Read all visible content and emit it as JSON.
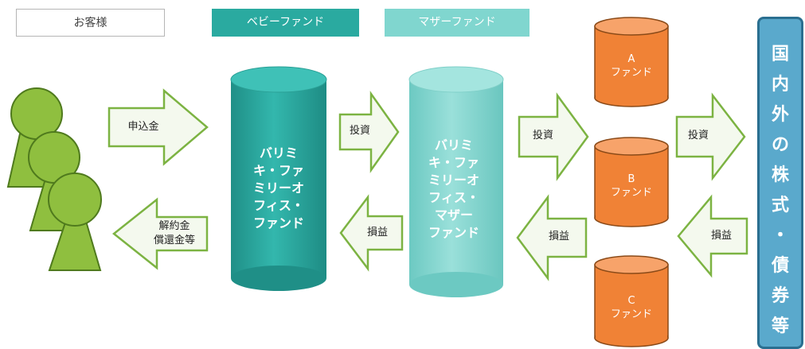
{
  "headers": {
    "customer": "お客様",
    "baby_fund": "ベビーファンド",
    "mother_fund": "マザーファンド"
  },
  "baby_cylinder": [
    "バリミ",
    "キ・ファ",
    "ミリーオ",
    "フィス・",
    "ファンド"
  ],
  "mother_cylinder": [
    "バリミ",
    "キ・ファ",
    "ミリーオ",
    "フィス・",
    "マザー",
    "ファンド"
  ],
  "funds": {
    "a": [
      "A",
      "ファンド"
    ],
    "b": [
      "B",
      "ファンド"
    ],
    "c": [
      "C",
      "ファンド"
    ]
  },
  "arrows": {
    "subscription": "申込金",
    "redemption": [
      "解約金",
      "償還金等"
    ],
    "invest_1": "投資",
    "profit_1": "損益",
    "invest_2": "投資",
    "profit_2": "損益",
    "invest_3": "投資",
    "profit_3": "損益"
  },
  "target": [
    "国",
    "内",
    "外",
    "の",
    "株",
    "式",
    "・",
    "債",
    "券",
    "等"
  ],
  "colors": {
    "baby": "#2aaaa0",
    "mother": "#7fd5cf",
    "fund": "#f08236",
    "person": "#8fbf3f",
    "arrow_fill": "#f4f9ee",
    "arrow_stroke": "#7cb342",
    "target": "#5aa9cc"
  }
}
